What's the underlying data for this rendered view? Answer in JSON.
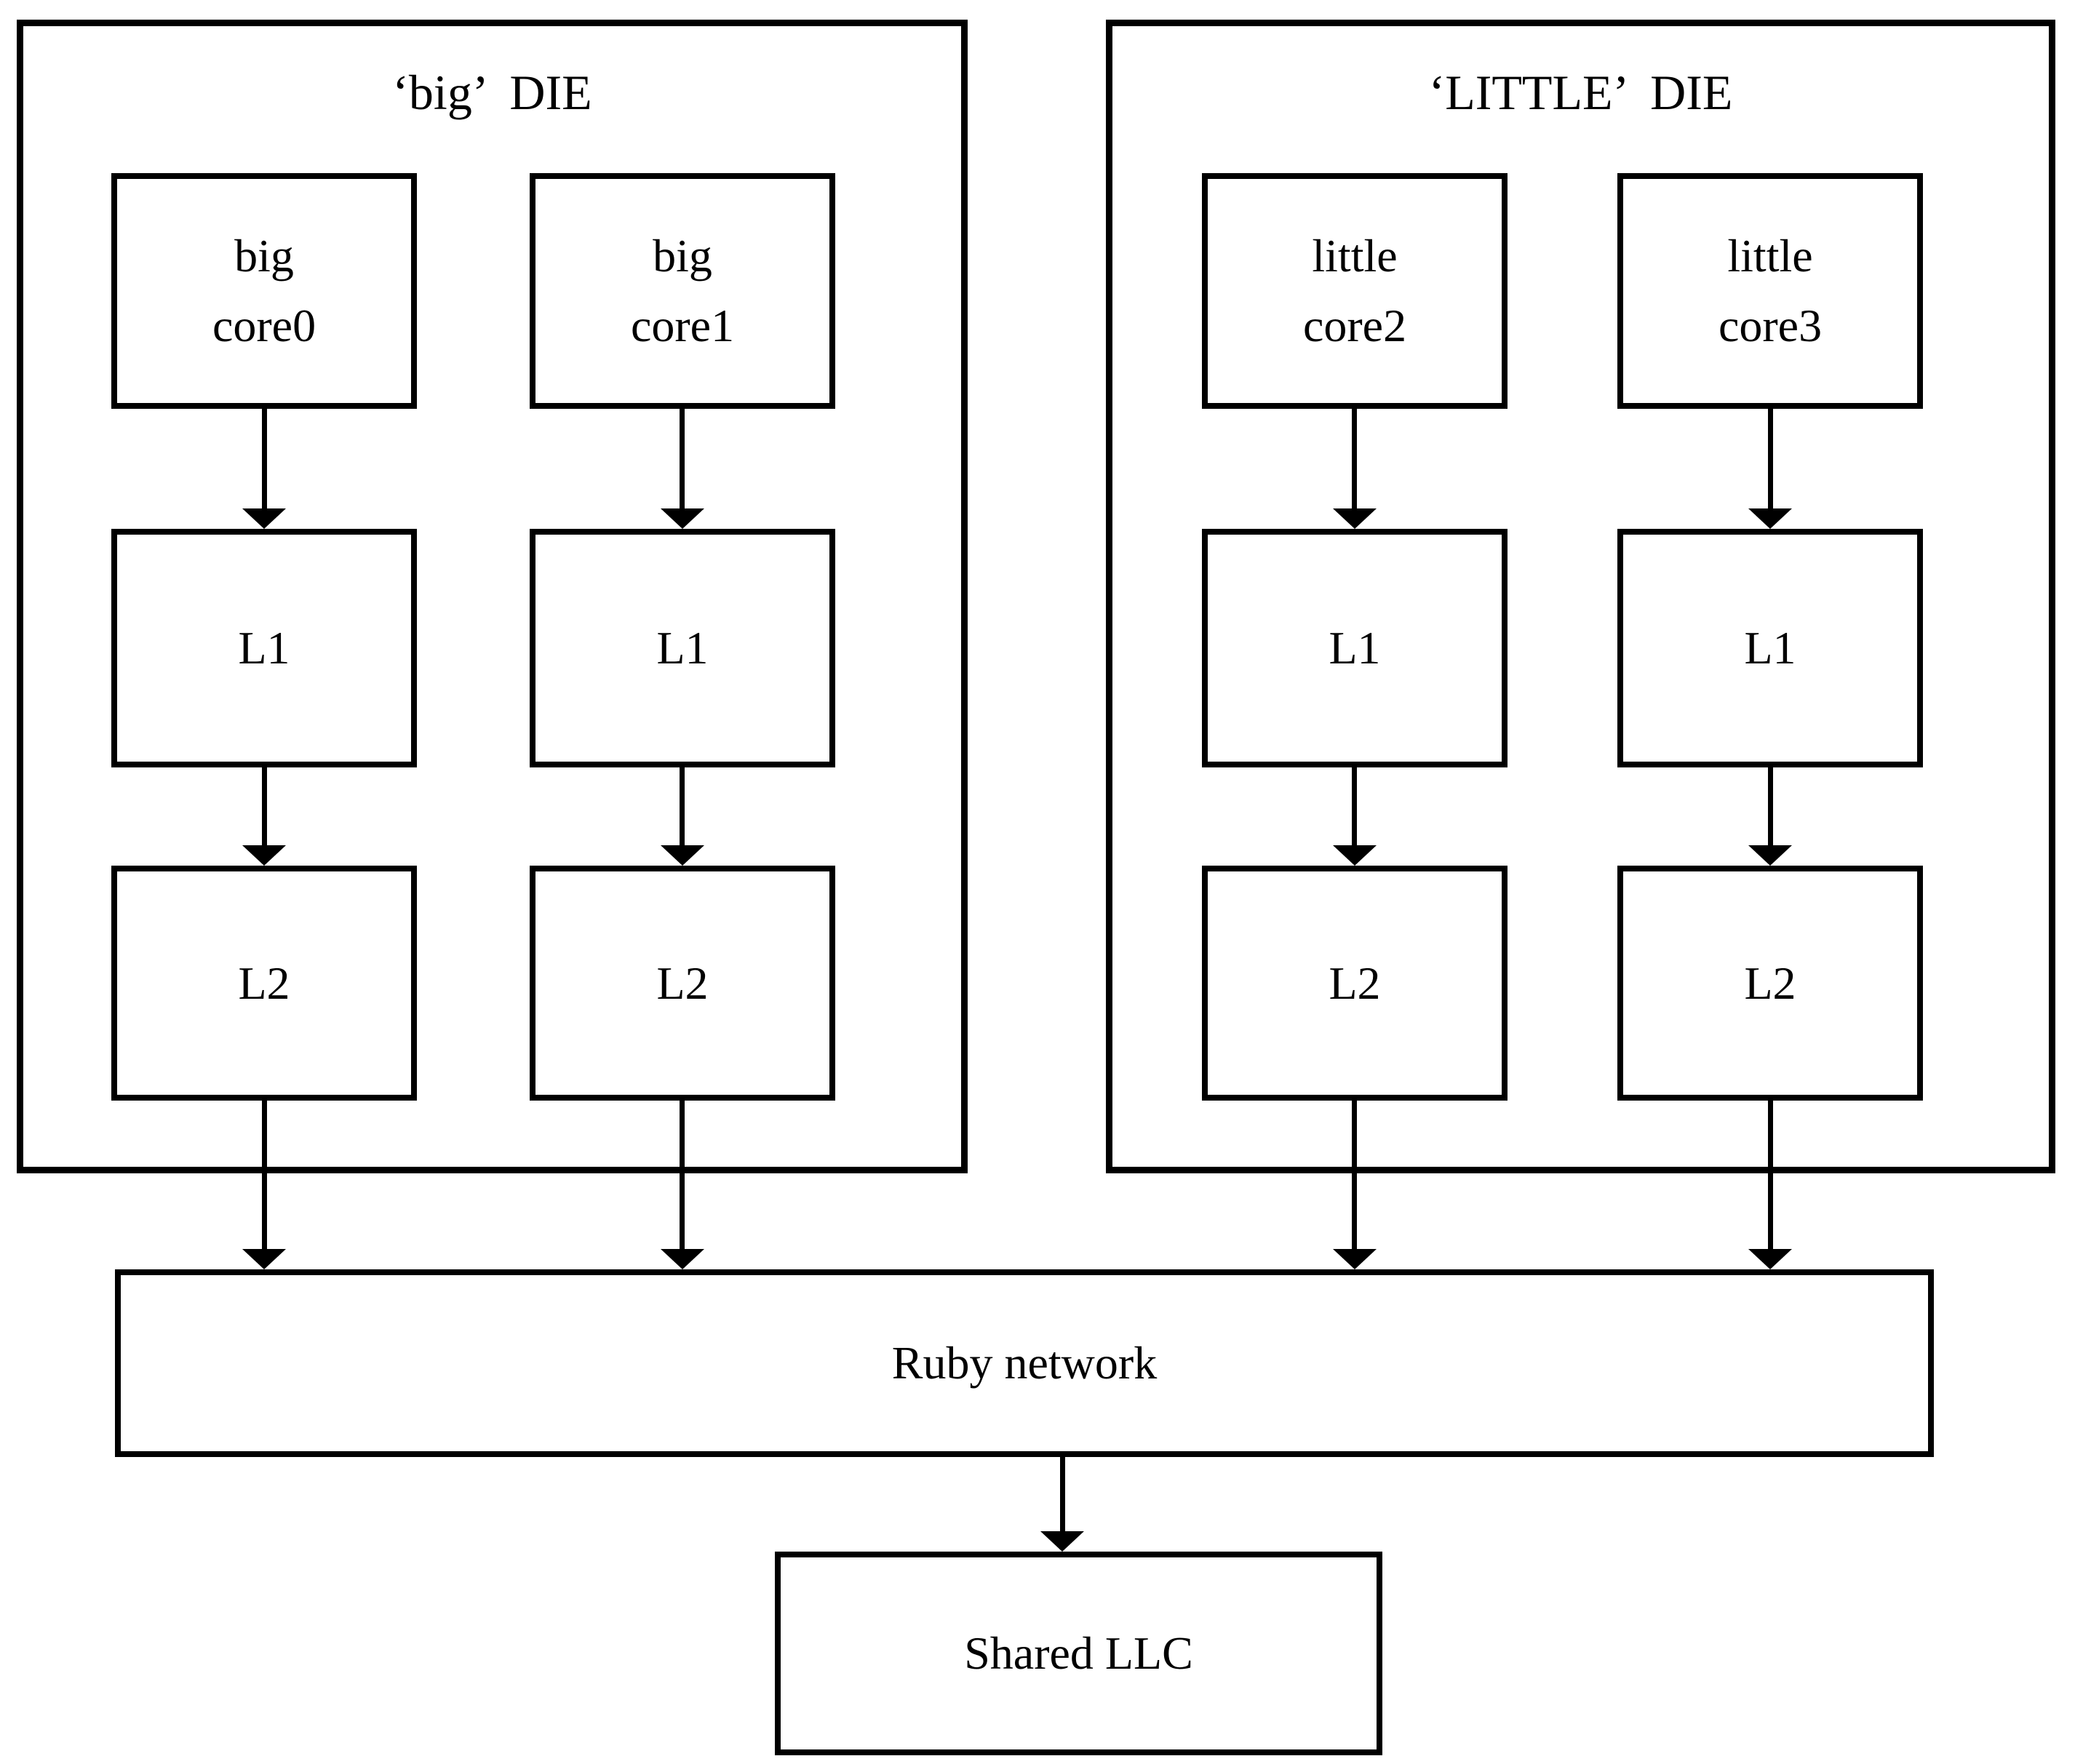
{
  "big_die": {
    "title": "‘big’  DIE",
    "cores": [
      {
        "line1": "big",
        "line2": "core0",
        "l1": "L1",
        "l2": "L2"
      },
      {
        "line1": "big",
        "line2": "core1",
        "l1": "L1",
        "l2": "L2"
      }
    ]
  },
  "little_die": {
    "title": "‘LITTLE’  DIE",
    "cores": [
      {
        "line1": "little",
        "line2": "core2",
        "l1": "L1",
        "l2": "L2"
      },
      {
        "line1": "little",
        "line2": "core3",
        "l1": "L1",
        "l2": "L2"
      }
    ]
  },
  "network": {
    "label": "Ruby network"
  },
  "llc": {
    "label": "Shared LLC"
  },
  "colors": {
    "ink": "#000000",
    "background": "#ffffff"
  }
}
